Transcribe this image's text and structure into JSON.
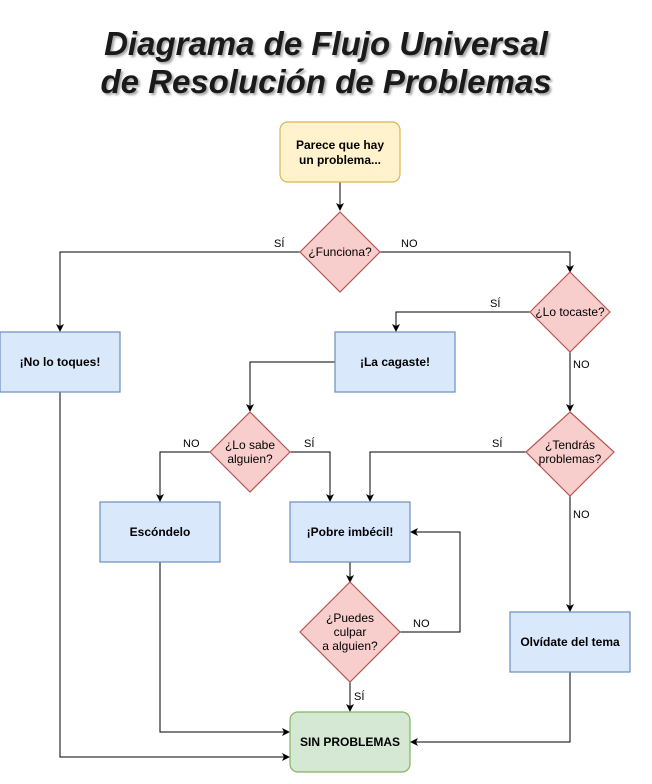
{
  "title": {
    "line1": "Diagrama de Flujo Universal",
    "line2": "de Resolución de Problemas"
  },
  "colors": {
    "start_fill": "#fff2cc",
    "start_stroke": "#d6b656",
    "process_fill": "#dae8fc",
    "process_stroke": "#6c8ebf",
    "decision_fill": "#f8cecc",
    "decision_stroke": "#b85450",
    "end_fill": "#d5e8d4",
    "end_stroke": "#82b366"
  },
  "nodes": {
    "start": [
      "Parece que hay",
      "un problema..."
    ],
    "funciona": [
      "¿Funciona?"
    ],
    "no_lo_toques": [
      "¡No lo toques!"
    ],
    "lo_tocaste": [
      "¿Lo tocaste?"
    ],
    "la_cagaste": [
      "¡La cagaste!"
    ],
    "lo_sabe": [
      "¿Lo sabe",
      "alguien?"
    ],
    "tendras": [
      "¿Tendrás",
      "problemas?"
    ],
    "escondelo": [
      "Escóndelo"
    ],
    "pobre": [
      "¡Pobre imbécil!"
    ],
    "culpar": [
      "¿Puedes",
      "culpar",
      "a alguien?"
    ],
    "olvidate": [
      "Olvídate del tema"
    ],
    "sin_problemas": [
      "SIN PROBLEMAS"
    ]
  },
  "edge_labels": {
    "funciona_si": "SÍ",
    "funciona_no": "NO",
    "tocaste_si": "SÍ",
    "tocaste_no": "NO",
    "sabe_no": "NO",
    "sabe_si": "SÍ",
    "tendras_si": "SÍ",
    "tendras_no": "NO",
    "culpar_no": "NO",
    "culpar_si": "SÍ"
  }
}
